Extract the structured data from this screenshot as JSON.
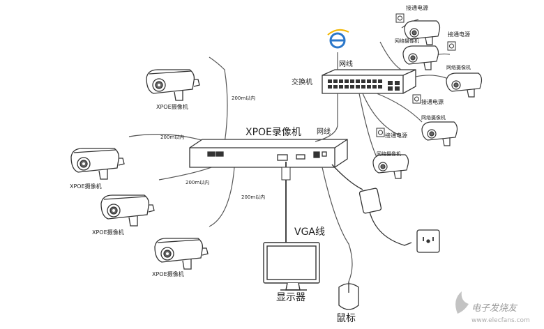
{
  "labels": {
    "nvr": "XPOE录像机",
    "switch": "交换机",
    "monitor": "显示器",
    "mouse": "鼠标",
    "vga": "VGA线",
    "net_cable_top": "网线",
    "net_cable_nvr": "网线",
    "xpoe_camera": "XPOE摄像机",
    "net_camera": "网络摄像机",
    "power_note": "接通电源",
    "distance_note": "200m以内"
  },
  "watermark": {
    "logo": "电子发烧友",
    "url": "www.elecfans.com"
  }
}
